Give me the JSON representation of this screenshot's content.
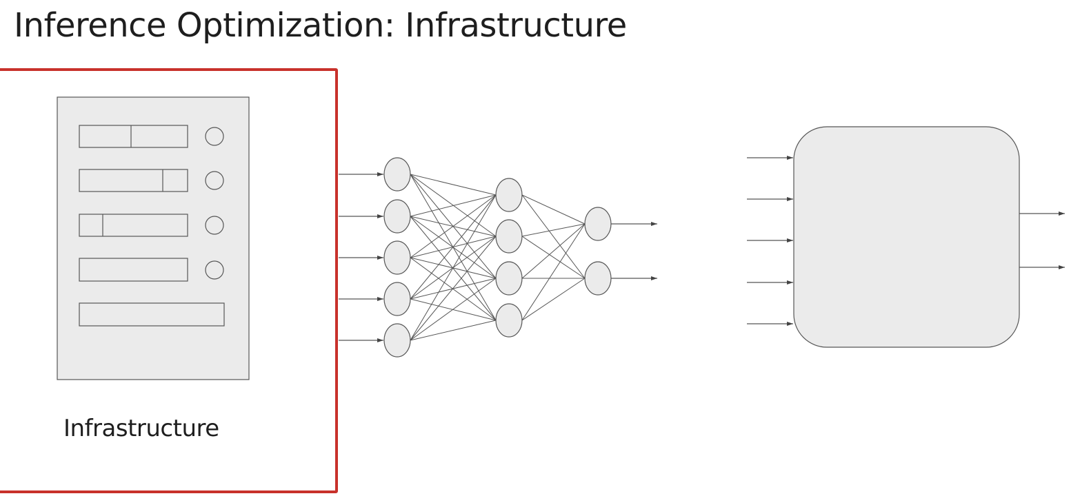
{
  "slide": {
    "title": "Inference Optimization: Infrastructure"
  },
  "infrastructure": {
    "label": "Infrastructure",
    "highlight_color": "#c8312b"
  },
  "colors": {
    "shape_fill": "#ebebeb",
    "stroke": "#555555",
    "text": "#1e1e1e"
  },
  "neural_network": {
    "layer_sizes": [
      5,
      4,
      2
    ],
    "input_arrows": 5,
    "output_arrows": 2
  },
  "black_box": {
    "input_arrows": 5,
    "output_arrows": 2
  }
}
